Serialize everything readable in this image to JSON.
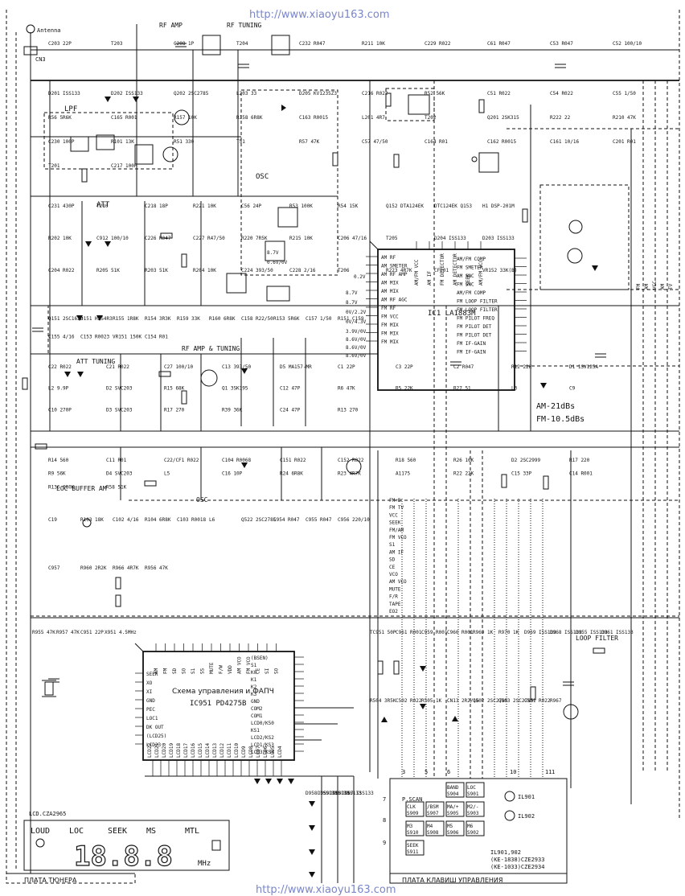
{
  "watermark": {
    "top_url": "http://www.xiaoyu163.com",
    "bottom_url": "http://www.xiaoyu163.com"
  },
  "board_labels": {
    "tuner_board": "ПЛАТА ТЮНЕРА",
    "keyboard_board": "ПЛАТА КЛАВИШ УПРАВЛЕНИЯ"
  },
  "section_labels": {
    "rf_amp": "RF AMP",
    "rf_tuning": "RF TUNING",
    "lpf": "LPF",
    "osc_top": "OSC",
    "att": "ATT",
    "rf_amp_tuning": "RF AMP & TUNING",
    "att_tuning": "ATT TUNING",
    "loc_buffer_am": "LOC BUFFER AM",
    "osc_mid": "OSC",
    "loop_filter": "LOOP FILTER",
    "antenna": "Antenna",
    "cn3": "CN3"
  },
  "ic1": {
    "name": "IC1 LA1883M",
    "am_gain": "AM-21dBs",
    "fm_gain": "FM-10.5dBs",
    "left_pins": [
      "AM RF",
      "AM SMETER",
      "AM RF AMP",
      "AM MIX",
      "AM MIX",
      "AM RF AGC",
      "FM RF",
      "FM VCC",
      "FM MIX",
      "FM MIX",
      "FM MIX"
    ],
    "right_pins": [
      "AM/FM COMP",
      "FM SMETER",
      "AM SNC",
      "FM SNC",
      "AM/FM COMP",
      "FM LOOP FILTER",
      "FM LOOP FILTER",
      "FM PILOT FREQ",
      "FM PILOT DET",
      "FM PILOT DET",
      "FM IF-GAIN",
      "FM IF-GAIN"
    ],
    "top_pins": [
      "AM/FM VCC",
      "AM IF",
      "FM DETECTOR",
      "AM DETECTOR",
      "SEEK",
      "AM/FM VCC"
    ],
    "voltages": [
      "0.2V",
      "8.7V",
      "8.7V",
      "0V/2.2V",
      "0V/4.3V",
      "3.9V/0V",
      "8.6V/0V",
      "8.6V/0V",
      "8.7V",
      "0.6V/0V",
      "8.6V/0V"
    ]
  },
  "ic951": {
    "caption": "Схема управления и ФАПЧ",
    "name": "IC951 PD4275B",
    "left_pins": [
      "SEEK",
      "XO",
      "XI",
      "GND",
      "PEC",
      "LOC1",
      "DK OUT",
      "(LCD25)",
      "LCD23"
    ],
    "right_pins": [
      "(BSEN)",
      "S1",
      "K0",
      "K1",
      "K2",
      "K3",
      "GND",
      "COM2",
      "COM1",
      "LCD0/K50",
      "KS1",
      "LCD2/KS2",
      "LCD1/KS3",
      "LCD3/KS4"
    ],
    "top_pins": [
      "AM",
      "FM",
      "SD",
      "SO",
      "S1",
      "SS",
      "MUTE",
      "F/W",
      "VDD",
      "AM VCO",
      "FM VCO",
      "CE",
      "SI",
      "SO"
    ],
    "bottom_pins": [
      "LCD22",
      "LCD21",
      "LCD20",
      "LCD19",
      "LCD18",
      "LCD17",
      "LCD16",
      "LCD15",
      "LCD14",
      "LCD13",
      "LCD12",
      "LCD11",
      "LCD10",
      "LCD9",
      "LCD8",
      "LCD7",
      "LCD6",
      "LCD5",
      "LCD4"
    ]
  },
  "bus_labels": [
    "FM+B",
    "FM TV",
    "VCC",
    "SEEK",
    "FM/AM",
    "FM VCO",
    "S1",
    "AM IF",
    "SD",
    "CE",
    "VCO",
    "AM VCO",
    "MUTE",
    "F/R",
    "TAPE",
    "EO2"
  ],
  "right_edge_labels": [
    "FM",
    "AM",
    "VCC",
    "AM",
    "TV"
  ],
  "lcd": {
    "part": "LCD.CZA2965",
    "segments": [
      "LOUD",
      "LOC",
      "SEEK",
      "MS",
      "MTL"
    ],
    "digits": "18.8.8",
    "suffix": "MHz"
  },
  "keys": [
    {
      "ref": "S904",
      "label": "BAND"
    },
    {
      "ref": "S901",
      "label": "LOC"
    },
    {
      "ref": "S909",
      "label": "CLK"
    },
    {
      "ref": "S907",
      "label": "/BSM"
    },
    {
      "ref": "S905",
      "label": "MA/+"
    },
    {
      "ref": "S903",
      "label": "M2/-"
    },
    {
      "ref": "S910",
      "label": "M3"
    },
    {
      "ref": "S908",
      "label": "M4"
    },
    {
      "ref": "S906",
      "label": "M5"
    },
    {
      "ref": "S902",
      "label": "M6"
    },
    {
      "ref": "S911",
      "label": "SEEK"
    }
  ],
  "key_board": {
    "pscan": "P.SCAN",
    "pin_numbers": [
      "3",
      "5",
      "6",
      "7",
      "8",
      "9",
      "10",
      "11",
      "1"
    ],
    "lamps": [
      "IL901",
      "IL902"
    ],
    "note": "IL901,902",
    "note_1": "(KE-1838)CZE2933",
    "note_2": "(KE-1033)CZE2934"
  },
  "components": [
    "C203 22P",
    "T203",
    "C208 1P",
    "T204",
    "C232 R047",
    "R211 10K",
    "C229 R022",
    "C61 R047",
    "C53 R047",
    "C52 100/10",
    "D201 ISS133",
    "D202 ISS133",
    "Q202 2SC2785",
    "L203 33",
    "D205 KV1235Z3",
    "C216 R022",
    "R52 56K",
    "C51 R022",
    "C54 R022",
    "C55 1/50",
    "R56 5R6K",
    "C165 R001",
    "R157 10K",
    "R158 6R8K",
    "C163 R0015",
    "L201 4R7",
    "T202",
    "Q201 2SK315",
    "R222 22",
    "R210 47K",
    "C230 100P",
    "R101 13K",
    "R51 330",
    "T51",
    "R57 47K",
    "C57 47/50",
    "C164 R01",
    "C162 R0015",
    "C161 10/16",
    "C201 R01",
    "T201",
    "C217 100P",
    "C231 430P",
    "T210",
    "C218 18P",
    "R221 10K",
    "C56 24P",
    "R53 100K",
    "R54 15K",
    "Q152 DTA124EK",
    "DTC124EK Q153",
    "H1 DSP-201M",
    "R202 10K",
    "C912 100/10",
    "C226 R047",
    "C227 R47/50",
    "R220 7R5K",
    "R215 10K",
    "C206 47/16",
    "T205",
    "D204 ISS133",
    "D203 ISS133",
    "C204 R022",
    "R205 51K",
    "R203 51K",
    "R204 10K",
    "C224 393/50",
    "C228 2/16",
    "T206",
    "R223 4R7K",
    "CF201",
    "VR152 33K(B)",
    "Q151 2SC1623",
    "D151 HZS4R3",
    "R155 1R8K",
    "R154 3R3K",
    "R159 33K",
    "R160 6R8K",
    "C158 R22/50",
    "R153 5R6K",
    "C157 1/50",
    "R151 C159",
    "C155 4/16",
    "C153 R0023",
    "VR151 150K",
    "C154 R01",
    "C22 R022",
    "C21 R022",
    "C27 100/10",
    "C13 393/50",
    "D5 MA157-MR",
    "C1 22P",
    "C3 22P",
    "C2 R047",
    "R12 22K",
    "D1 1SV125A",
    "L2 9.9P",
    "D2 SVC203",
    "R15 68K",
    "Q1 3SK195",
    "C12 47P",
    "R6 47K",
    "R5 22K",
    "R27 51",
    "L3",
    "C9",
    "C10 270P",
    "D3 SVC203",
    "R17 270",
    "R39 36K",
    "C24 47P",
    "R13 270",
    "R14 560",
    "C11 R01",
    "C22/CF1 R022",
    "C104 R0068",
    "C151 R022",
    "C152 R022",
    "R18 560",
    "R26 10K",
    "D2 2SC2999",
    "R17 220",
    "R9 56K",
    "D4 SVC203",
    "L5",
    "C16 10P",
    "R24 6R8K",
    "R23 4R7K",
    "A1175",
    "R22 22K",
    "C15 33P",
    "C14 R001",
    "R136 680K",
    "R58 51K",
    "C19",
    "R103 18K",
    "C102 4/16",
    "R104 6R8K",
    "C103 R0018",
    "L6",
    "Q522 2SC2785",
    "C954 R047",
    "C955 R047",
    "C956 220/10",
    "C957",
    "R960 2R2K",
    "R966 4R7K",
    "R956 47K",
    "R955 47K",
    "R957 47K",
    "C951 22P",
    "X951 4.5MHz",
    "TC951 50P",
    "C961 R001",
    "C959 R001",
    "C960 R001",
    "R969 1K",
    "R970 1K",
    "D969 ISS133",
    "D968 ISS133",
    "D955 ISS133",
    "D961 ISS133",
    "R504 3R5K",
    "C502 R022",
    "R505 1K",
    "CN13 2R2/16",
    "Q502 2SC2785",
    "Q503 2SC2785",
    "C501 R022",
    "R967",
    "D958 ISS133",
    "D959 ISS133",
    "D960 ISS133",
    "D967 ISS133"
  ]
}
